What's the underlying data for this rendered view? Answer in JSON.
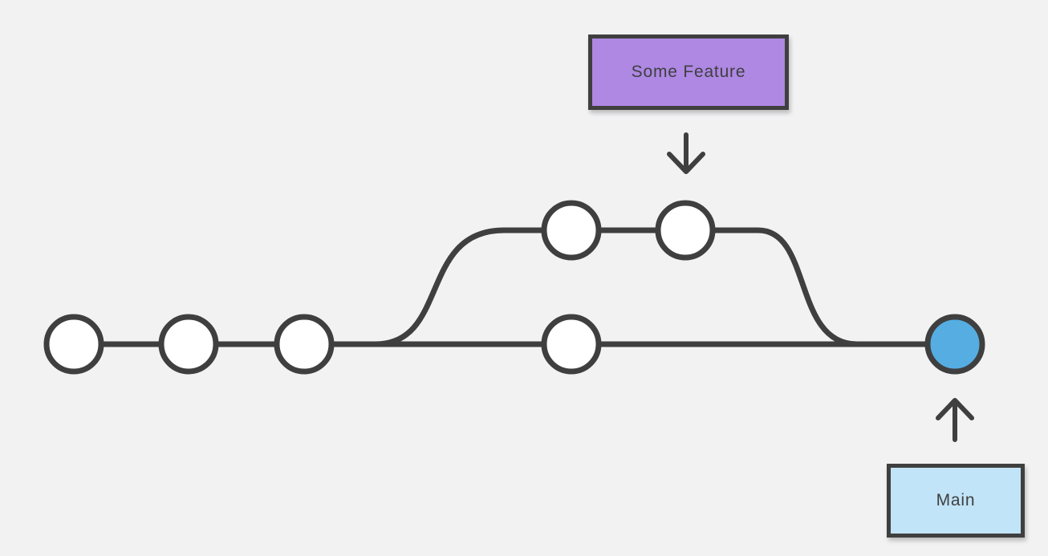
{
  "labels": {
    "feature_branch": "Some Feature",
    "main_branch": "Main"
  },
  "colors": {
    "background": "#f2f2f3",
    "line": "#3f3f3f",
    "text": "#3f3f3f",
    "commit_fill": "#ffffff",
    "head_fill": "#55ade2",
    "feature_box_fill": "#ae88e3",
    "main_box_fill": "#c2e4f8"
  },
  "graph": {
    "type": "git-branch-diagram",
    "main_branch": {
      "label": "Main",
      "commit_count": 5,
      "head_commit_style": "filled-blue"
    },
    "feature_branch": {
      "label": "Some Feature",
      "commit_count": 2,
      "branches_from": "main",
      "merges_into": "main"
    }
  }
}
